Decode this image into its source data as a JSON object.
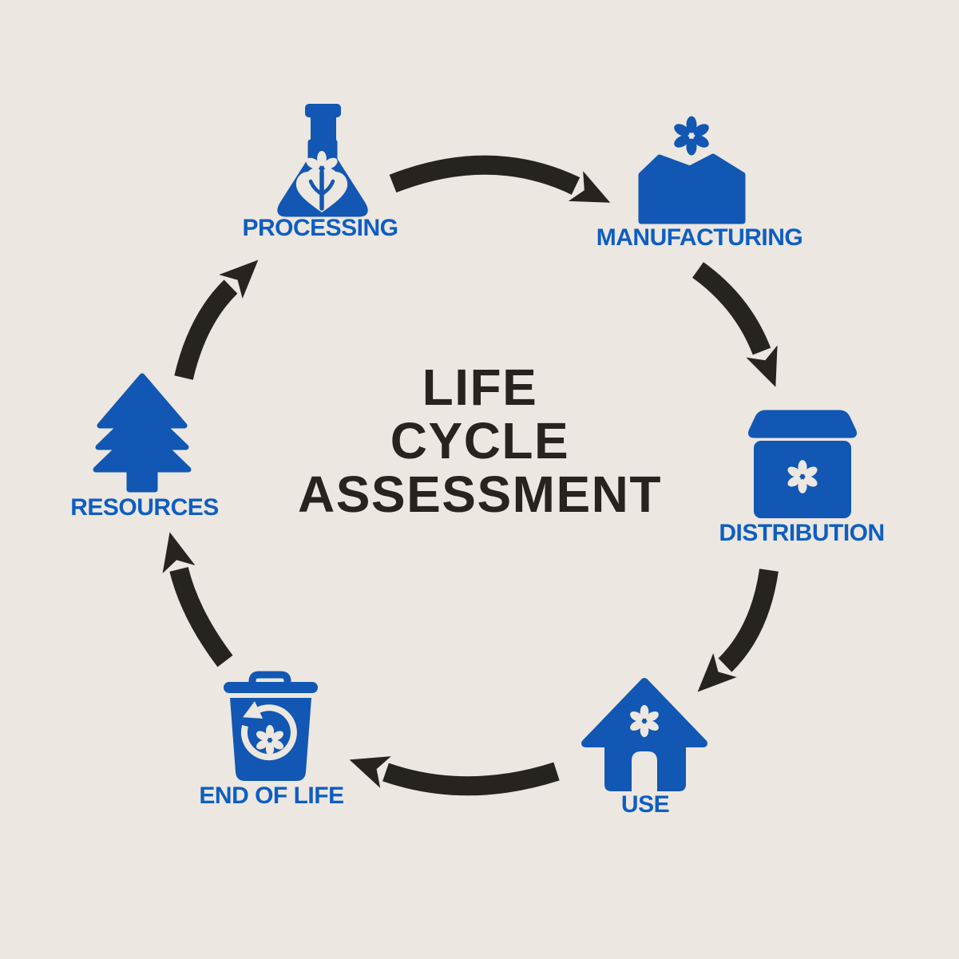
{
  "title": {
    "lines": [
      "LIFE",
      "CYCLE",
      "ASSESSMENT"
    ]
  },
  "stages": [
    {
      "label": "PROCESSING",
      "icon": "flask-with-flower-and-heart"
    },
    {
      "label": "MANUFACTURING",
      "icon": "factory-with-flower"
    },
    {
      "label": "DISTRIBUTION",
      "icon": "box-with-flower"
    },
    {
      "label": "USE",
      "icon": "house-with-flower"
    },
    {
      "label": "END OF LIFE",
      "icon": "recycling-bin-with-flower"
    },
    {
      "label": "RESOURCES",
      "icon": "pine-tree"
    }
  ],
  "diagram": {
    "type": "circular-cycle",
    "direction": "clockwise",
    "arrow_count": 6,
    "order": [
      "RESOURCES",
      "PROCESSING",
      "MANUFACTURING",
      "DISTRIBUTION",
      "USE",
      "END OF LIFE"
    ]
  },
  "colors": {
    "bg": "#ECE7E0",
    "icon_blue": "#1157B3",
    "label_blue": "#0E5EC2",
    "dark": "#27231F"
  }
}
